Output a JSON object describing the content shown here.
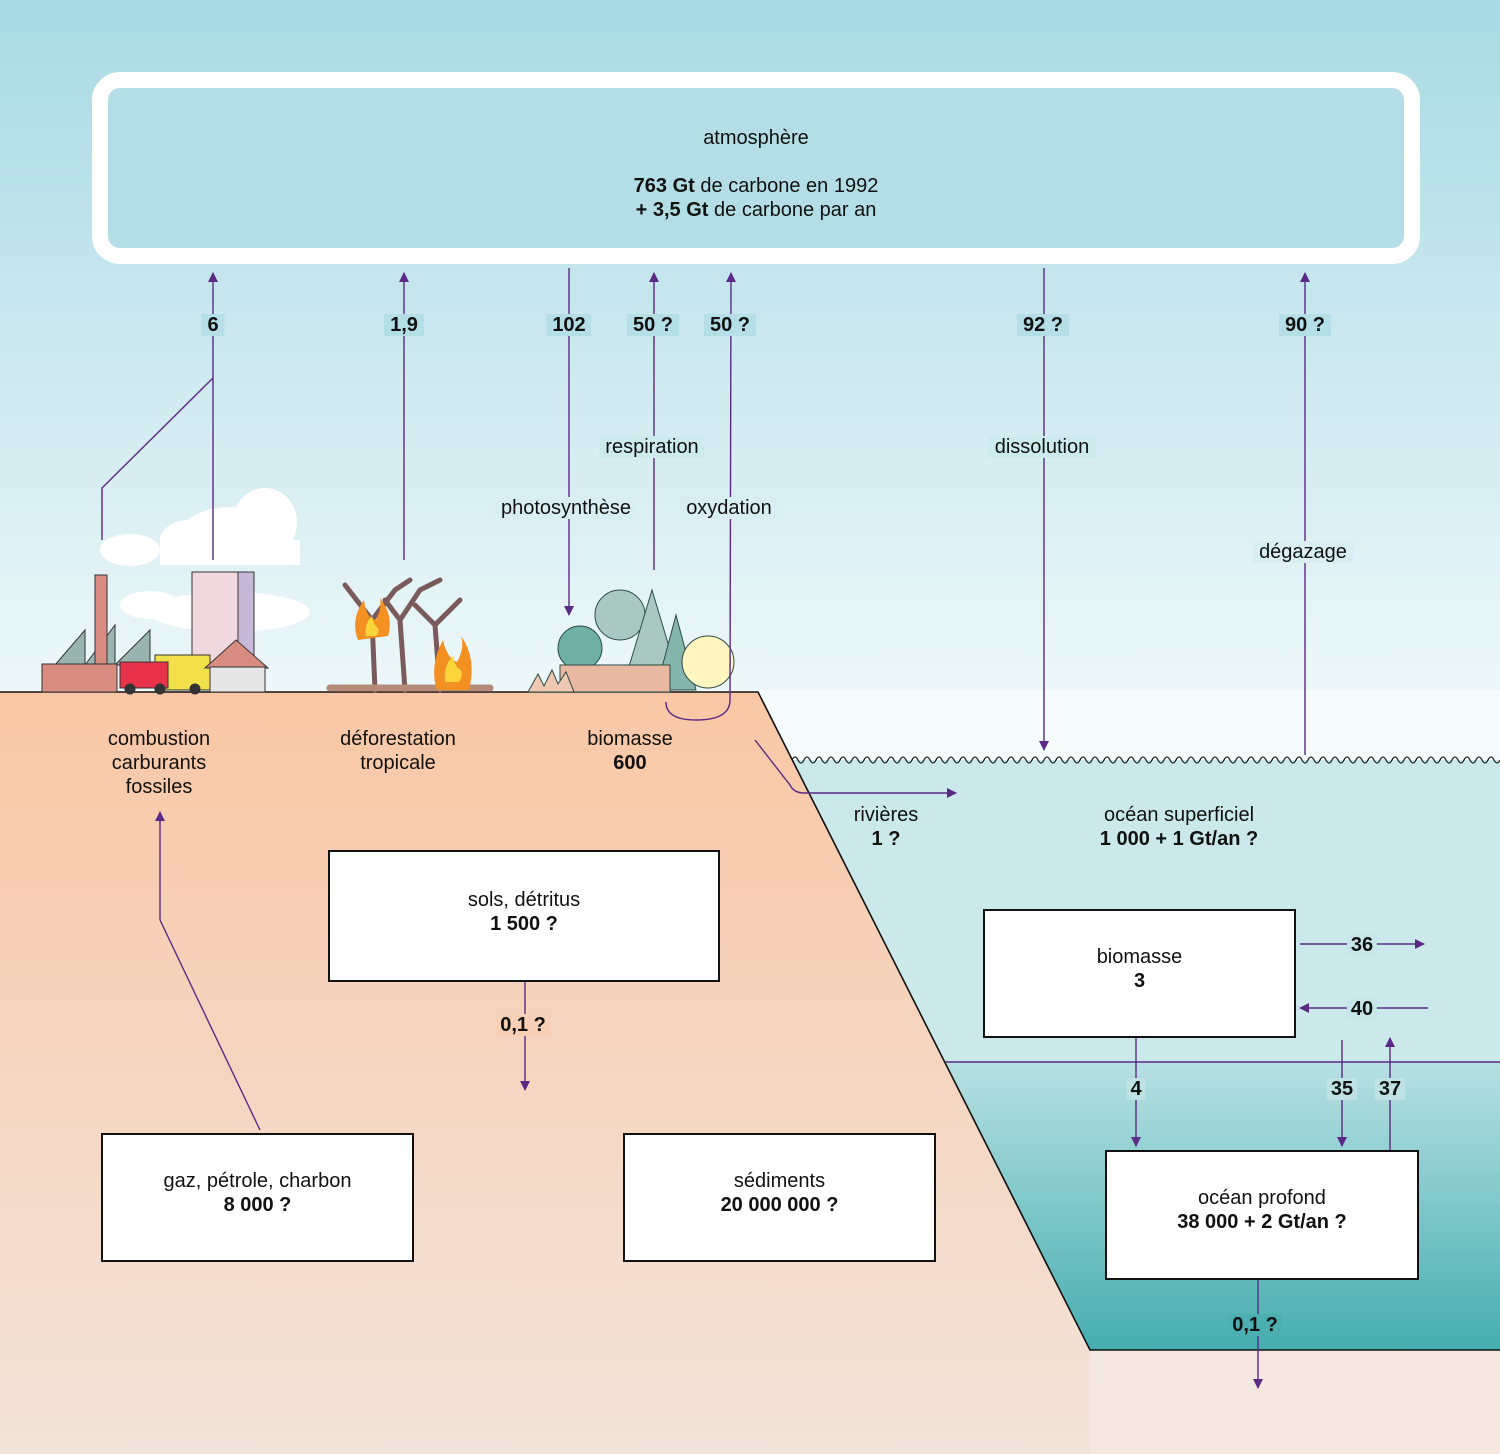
{
  "atmosphere": {
    "title": "atmosphère",
    "stock_value": "763 Gt",
    "stock_text": " de carbone en 1992",
    "growth_value": "+ 3,5 Gt",
    "growth_text": " de carbone par an"
  },
  "fluxes": {
    "fossil": "6",
    "deforestation": "1,9",
    "photosynthesis": "102",
    "respiration": "50 ?",
    "oxidation": "50 ?",
    "dissolution": "92 ?",
    "degassing": "90 ?",
    "soils_to_sediments": "0,1 ?",
    "ocean_out": "36",
    "ocean_in": "40",
    "biomass_to_deep": "4",
    "surface_to_deep": "35",
    "deep_to_surface": "37",
    "deep_out": "0,1 ?"
  },
  "process_labels": {
    "respiration": "respiration",
    "photosynthesis": "photosynthèse",
    "oxidation": "oxydation",
    "dissolution": "dissolution",
    "degassing": "dégazage"
  },
  "reservoirs": {
    "combustion": [
      "combustion",
      "carburants",
      "fossiles"
    ],
    "deforestation": [
      "déforestation",
      "tropicale"
    ],
    "land_biomass": {
      "label": "biomasse",
      "value": "600"
    },
    "rivers": {
      "label": "rivières",
      "value": "1 ?"
    },
    "surface_ocean": {
      "label": "océan superficiel",
      "value": "1 000 + 1 Gt/an ?"
    },
    "soils": {
      "label": "sols, détritus",
      "value": "1 500 ?"
    },
    "marine_biomass": {
      "label": "biomasse",
      "value": "3"
    },
    "fossil_fuels": {
      "label": "gaz, pétrole, charbon",
      "value": "8 000 ?"
    },
    "sediments": {
      "label": "sédiments",
      "value": "20 000 000 ?"
    },
    "deep_ocean": {
      "label": "océan profond",
      "value": "38 000 + 2 Gt/an ?"
    }
  },
  "colors": {
    "arrow": "#5b2a86",
    "sky_top": "#a9dbe3",
    "land": "#f8c9a8",
    "surface_ocean": "#c9e8ea",
    "deep_ocean": "#4fb0b2"
  }
}
